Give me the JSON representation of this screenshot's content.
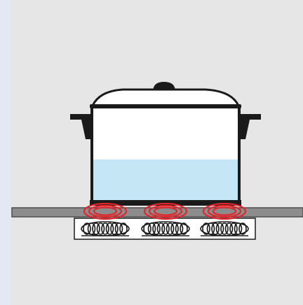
{
  "colors": {
    "page_border": "#e3e8f4",
    "background": "#e6e6e6",
    "water": "#c5e6f5",
    "pot_body": "#ffffff",
    "outline": "#1a1a1a",
    "countertop": "#8c8c8c",
    "hot_rings": "#e0262b",
    "induction_coils": "#1a1a1a",
    "base_unit": "#ffffff"
  },
  "icons": {
    "pot": "cooking-pot",
    "coils": "induction-coil",
    "heat": "heat-rings"
  },
  "coil_count": 3
}
